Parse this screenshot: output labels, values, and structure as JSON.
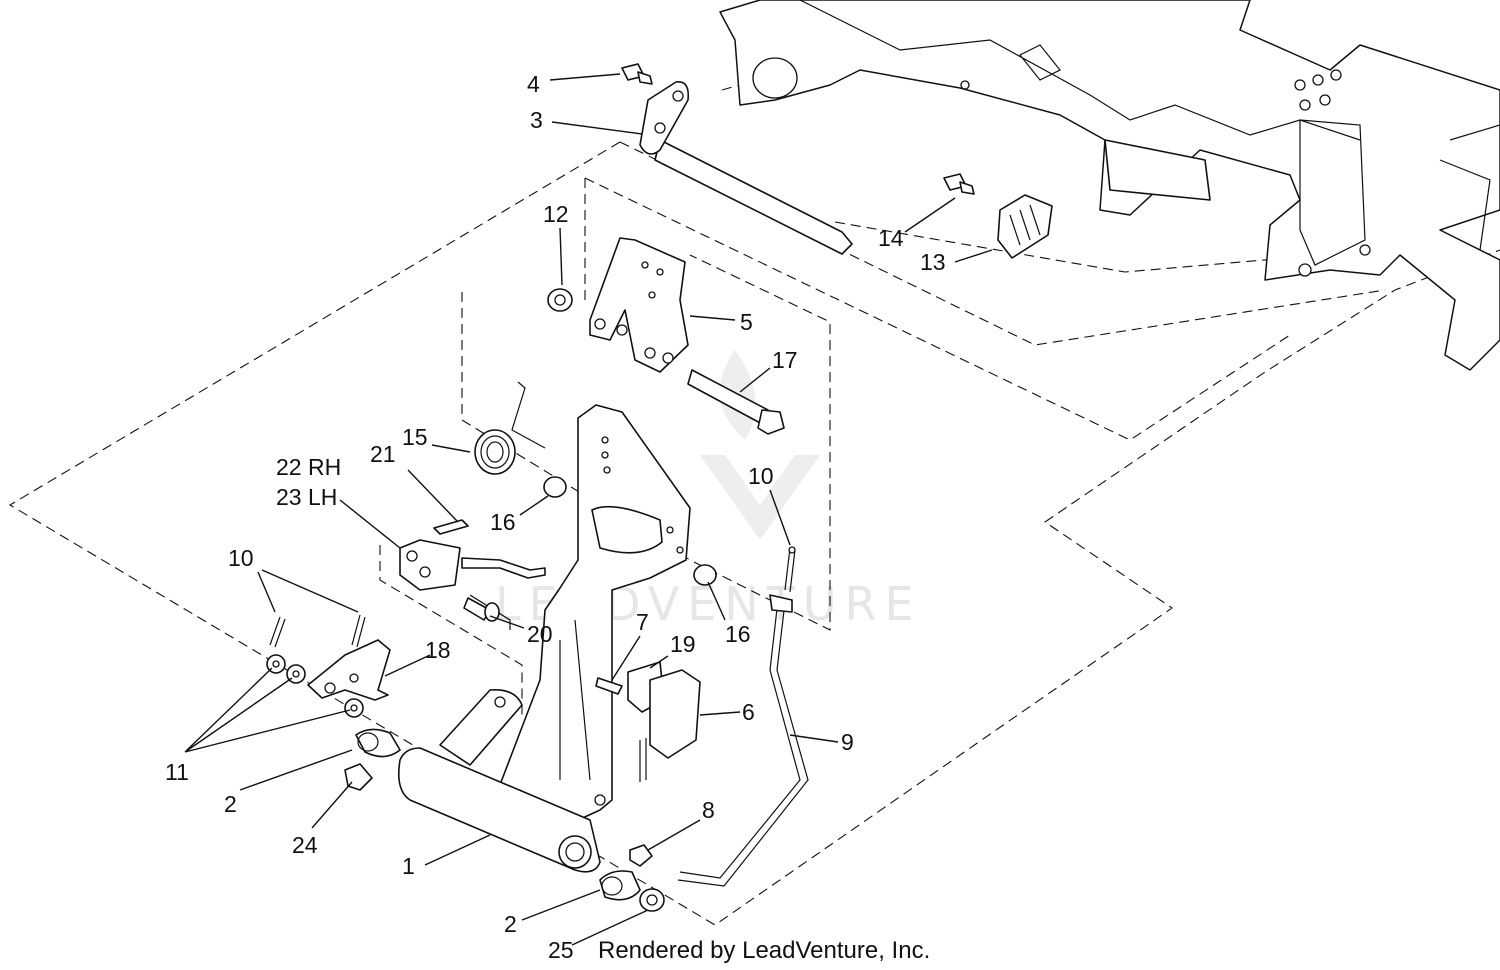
{
  "watermark": "LEADVENTURE",
  "credit": "Rendered by LeadVenture, Inc.",
  "callouts": {
    "c1": "1",
    "c2a": "2",
    "c2b": "2",
    "c3": "3",
    "c4": "4",
    "c5": "5",
    "c6": "6",
    "c7": "7",
    "c8": "8",
    "c9": "9",
    "c10a": "10",
    "c10b": "10",
    "c11": "11",
    "c12": "12",
    "c13": "13",
    "c14": "14",
    "c15": "15",
    "c16a": "16",
    "c16b": "16",
    "c17": "17",
    "c18": "18",
    "c19": "19",
    "c20": "20",
    "c21": "21",
    "c22": "22 RH",
    "c23": "23 LH",
    "c24": "24",
    "c25": "25"
  }
}
